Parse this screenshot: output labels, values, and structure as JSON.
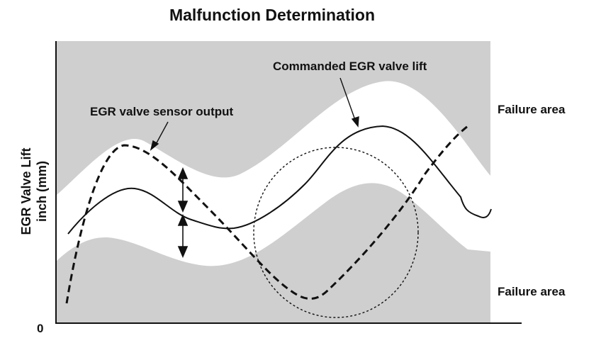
{
  "title": "Malfunction Determination",
  "y_axis_label_line1": "EGR Valve Lift",
  "y_axis_label_line2": "inch (mm)",
  "y_axis_origin": "0",
  "labels": {
    "commanded": "Commanded EGR valve lift",
    "sensor": "EGR valve sensor output",
    "failure_upper": "Failure area",
    "failure_lower": "Failure area"
  },
  "colors": {
    "failure_area": "#cfcfcf",
    "line": "#111111"
  }
}
